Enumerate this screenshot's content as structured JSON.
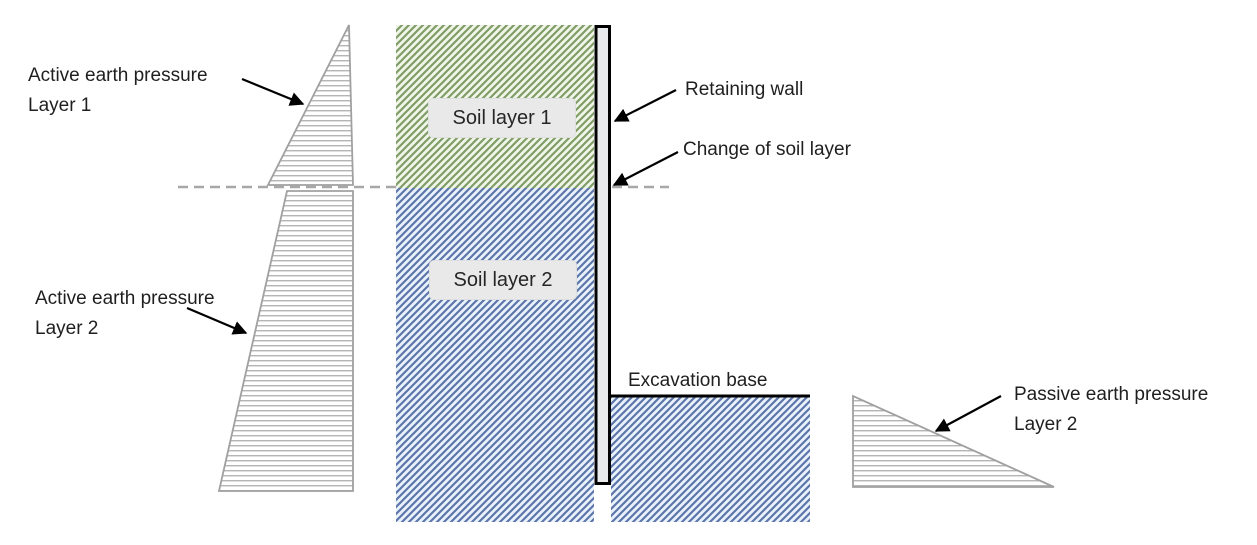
{
  "labels": {
    "active_pressure_1": {
      "line1": "Active earth pressure",
      "line2": "Layer 1"
    },
    "active_pressure_2": {
      "line1": "Active earth pressure",
      "line2": "Layer 2"
    },
    "passive_pressure_2": {
      "line1": "Passive earth pressure",
      "line2": "Layer 2"
    },
    "retaining_wall": "Retaining wall",
    "change_of_soil_layer": "Change of soil layer",
    "excavation_base": "Excavation base",
    "soil_layer_1": "Soil layer 1",
    "soil_layer_2": "Soil layer 2"
  },
  "colors": {
    "soil1_hatch_line": "#7f9d68",
    "soil1_hatch_bg": "#f1f6e8",
    "soil2_hatch_line": "#5d76aa",
    "soil2_hatch_bg": "#eaf2fb",
    "pressure_hatch_line": "#a8a8a8",
    "pressure_outline": "#a0a0a0",
    "wall_fill": "#e8eaec",
    "wall_border": "#000000",
    "dashed_line": "#a8a8a8",
    "excavation_line": "#000000",
    "soil_tag_bg": "#e9e9e9",
    "text": "#1f1f1f"
  }
}
